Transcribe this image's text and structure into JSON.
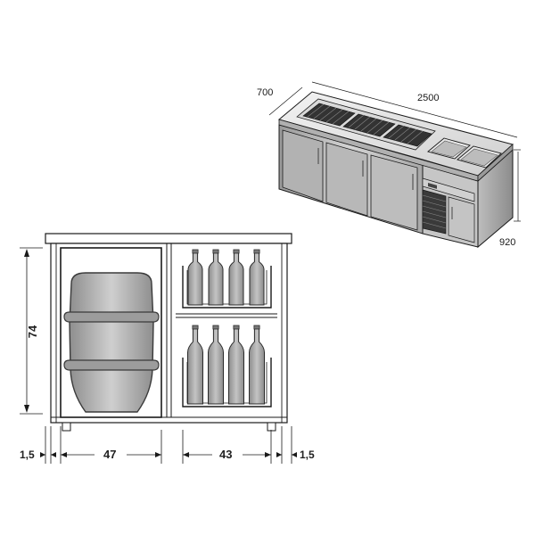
{
  "diagram": {
    "overall_dimensions": {
      "depth": "700",
      "length": "2500",
      "height": "920"
    },
    "section_dimensions": {
      "height": "74",
      "side_left": "1,5",
      "keg_width": "47",
      "bottle_width": "43",
      "side_right": "1,5"
    },
    "bottle_rows": [
      4,
      4
    ],
    "colors": {
      "line": "#1a1a1a",
      "steel_light": "#e6e6e6",
      "steel_mid": "#c8c8c8",
      "steel_dark": "#8a8a8a",
      "keg_fill": "#b8b8b8",
      "bottle_fill": "#a6a6a6",
      "grate": "#2a2a2a",
      "compressor": "#3a3a3a"
    }
  }
}
